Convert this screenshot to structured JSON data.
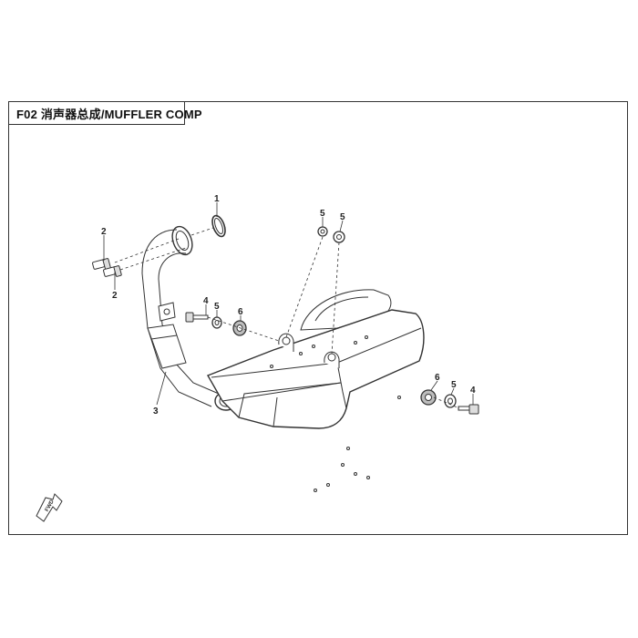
{
  "title": "F02 消声器总成/MUFFLER COMP",
  "callouts": {
    "c1": "1",
    "c2a": "2",
    "c2b": "2",
    "c3": "3",
    "c4a": "4",
    "c4b": "4",
    "c5a": "5",
    "c5b": "5",
    "c5c": "5",
    "c5d": "5",
    "c6a": "6",
    "c6b": "6"
  },
  "fwd_label": "FWD",
  "colors": {
    "line": "#333333",
    "shade": "#bdbdbd",
    "paper": "#ffffff"
  }
}
